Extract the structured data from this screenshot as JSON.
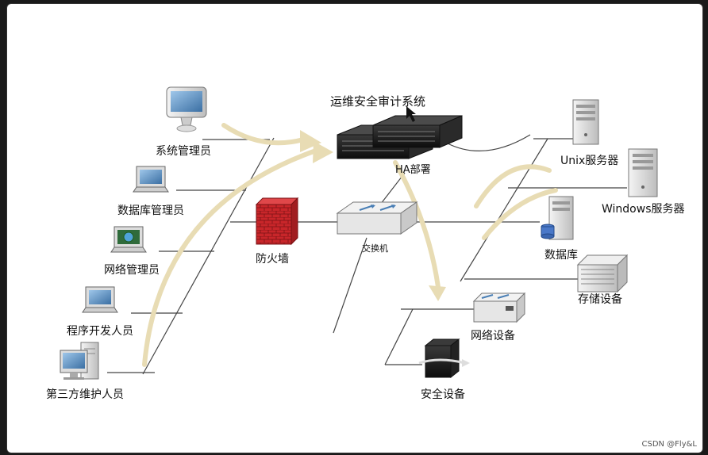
{
  "diagram": {
    "title": "运维安全审计系统",
    "ha_label": "HA部署",
    "people": [
      {
        "id": "sysadmin",
        "label": "系统管理员",
        "icon": "desktop-icon"
      },
      {
        "id": "dbadmin",
        "label": "数据库管理员",
        "icon": "laptop-icon"
      },
      {
        "id": "netadmin",
        "label": "网络管理员",
        "icon": "laptop-icon"
      },
      {
        "id": "developer",
        "label": "程序开发人员",
        "icon": "laptop-icon"
      },
      {
        "id": "thirdparty",
        "label": "第三方维护人员",
        "icon": "workstation-icon"
      }
    ],
    "firewall": {
      "label": "防火墙",
      "icon": "firewall-icon"
    },
    "switch": {
      "label": "交换机",
      "icon": "switch-icon"
    },
    "targets": [
      {
        "id": "unix",
        "label": "Unix服务器",
        "icon": "server-tower-icon"
      },
      {
        "id": "windows",
        "label": "Windows服务器",
        "icon": "server-tower-icon"
      },
      {
        "id": "database",
        "label": "数据库",
        "icon": "database-server-icon"
      },
      {
        "id": "storage",
        "label": "存储设备",
        "icon": "storage-array-icon"
      },
      {
        "id": "network",
        "label": "网络设备",
        "icon": "network-device-icon"
      },
      {
        "id": "security",
        "label": "安全设备",
        "icon": "security-appliance-icon"
      }
    ],
    "colors": {
      "line": "#444444",
      "flow_arrow": "#e8dcb4",
      "firewall_red": "#c8262a",
      "server_dark": "#1e1e1e"
    }
  },
  "watermark": "CSDN @Fly&L"
}
